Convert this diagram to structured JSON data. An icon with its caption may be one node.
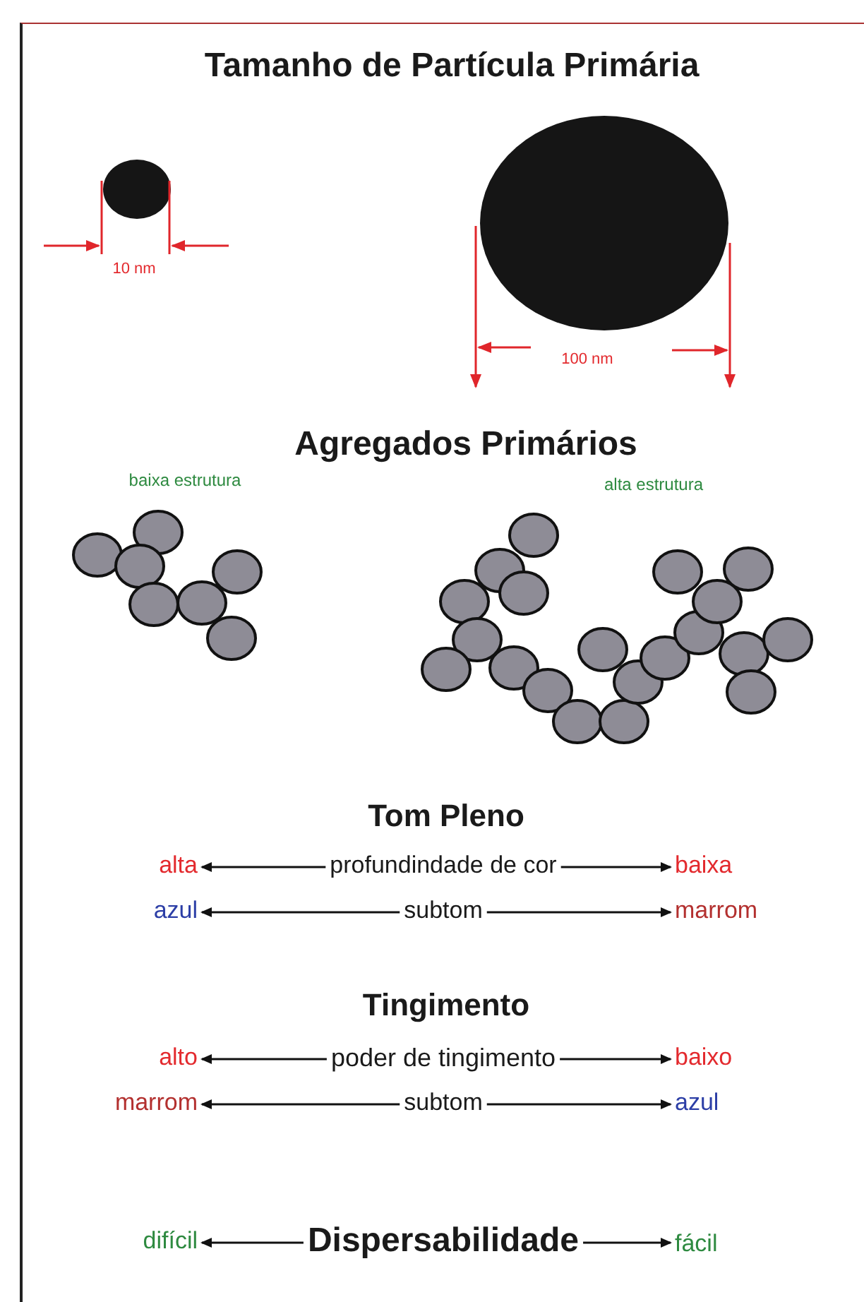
{
  "diagram": {
    "title": "Tamanho de Partícula Primária",
    "nodes": [
      {
        "text": [
          "profundindade de cor"
        ]
      },
      {
        "text": [
          "alta"
        ]
      },
      {
        "text": [
          "baixa"
        ]
      },
      {
        "text": [
          "subtom"
        ]
      },
      {
        "text": [
          "azul"
        ]
      },
      {
        "text": [
          "marrom"
        ]
      },
      {
        "text": [
          "poder de tingimento"
        ]
      },
      {
        "text": [
          "alto"
        ]
      },
      {
        "text": [
          "baixo"
        ]
      },
      {
        "text": [
          "subtom"
        ]
      },
      {
        "text": [
          "marrom"
        ]
      },
      {
        "text": [
          "azul"
        ]
      },
      {
        "text": [
          "Dispersabilidade"
        ]
      },
      {
        "text": [
          "difícil"
        ]
      },
      {
        "text": [
          "fácil"
        ]
      }
    ],
    "edges": [
      {
        "from": 0,
        "to": 1,
        "arrow": "to"
      },
      {
        "from": 0,
        "to": 2,
        "arrow": "to"
      },
      {
        "from": 3,
        "to": 4,
        "arrow": "to"
      },
      {
        "from": 3,
        "to": 5,
        "arrow": "to"
      },
      {
        "from": 6,
        "to": 7,
        "arrow": "to"
      },
      {
        "from": 6,
        "to": 8,
        "arrow": "to"
      },
      {
        "from": 9,
        "to": 10,
        "arrow": "to"
      },
      {
        "from": 9,
        "to": 11,
        "arrow": "to"
      },
      {
        "from": 12,
        "to": 13,
        "arrow": "to"
      },
      {
        "from": 12,
        "to": 14,
        "arrow": "to"
      }
    ],
    "labels": [
      "10 nm",
      "100 nm",
      "Agregados Primários",
      "baixa estrutura",
      "alta estrutura",
      "Tom Pleno",
      "Tingimento"
    ]
  }
}
